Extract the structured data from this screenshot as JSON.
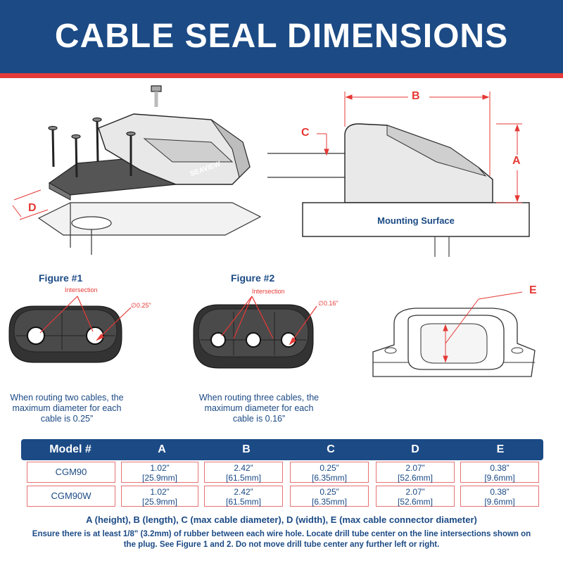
{
  "header": {
    "title": "CABLE SEAL DIMENSIONS"
  },
  "colors": {
    "navy": "#1b4a85",
    "red": "#e63a3a",
    "dim_red": "#e53935"
  },
  "diagram_labels": {
    "a": "A",
    "b": "B",
    "c": "C",
    "d": "D",
    "e": "E",
    "brand": "SEAVIEW",
    "mounting_surface": "Mounting Surface"
  },
  "figure1": {
    "title": "Figure #1",
    "intersection": "Intersection",
    "diameter": "0.25\"",
    "caption_line1": "When routing two cables, the",
    "caption_line2": "maximum diameter for each",
    "caption_line3": "cable is 0.25”"
  },
  "figure2": {
    "title": "Figure #2",
    "intersection": "Intersection",
    "diameter": "0.16\"",
    "caption_line1": "When routing three cables, the",
    "caption_line2": "maximum diameter for each",
    "caption_line3": "cable is 0.16”"
  },
  "table": {
    "headers": [
      "Model #",
      "A",
      "B",
      "C",
      "D",
      "E"
    ],
    "rows": [
      {
        "model": "CGM90",
        "cells": [
          [
            "1.02”",
            "[25.9mm]"
          ],
          [
            "2.42”",
            "[61.5mm]"
          ],
          [
            "0.25”",
            "[6.35mm]"
          ],
          [
            "2.07”",
            "[52.6mm]"
          ],
          [
            "0.38”",
            "[9.6mm]"
          ]
        ]
      },
      {
        "model": "CGM90W",
        "cells": [
          [
            "1.02”",
            "[25.9mm]"
          ],
          [
            "2.42”",
            "[61.5mm]"
          ],
          [
            "0.25”",
            "[6.35mm]"
          ],
          [
            "2.07”",
            "[52.6mm]"
          ],
          [
            "0.38”",
            "[9.6mm]"
          ]
        ]
      }
    ]
  },
  "footer": {
    "legend": "A (height), B (length), C (max cable diameter), D (width), E (max cable connector diameter)",
    "note_line1": "Ensure there is at least 1/8\" (3.2mm) of rubber between each wire hole. Locate drill tube center on the line intersections shown on",
    "note_line2": "the plug. See Figure 1 and 2. Do not move drill tube center any further left or right."
  }
}
